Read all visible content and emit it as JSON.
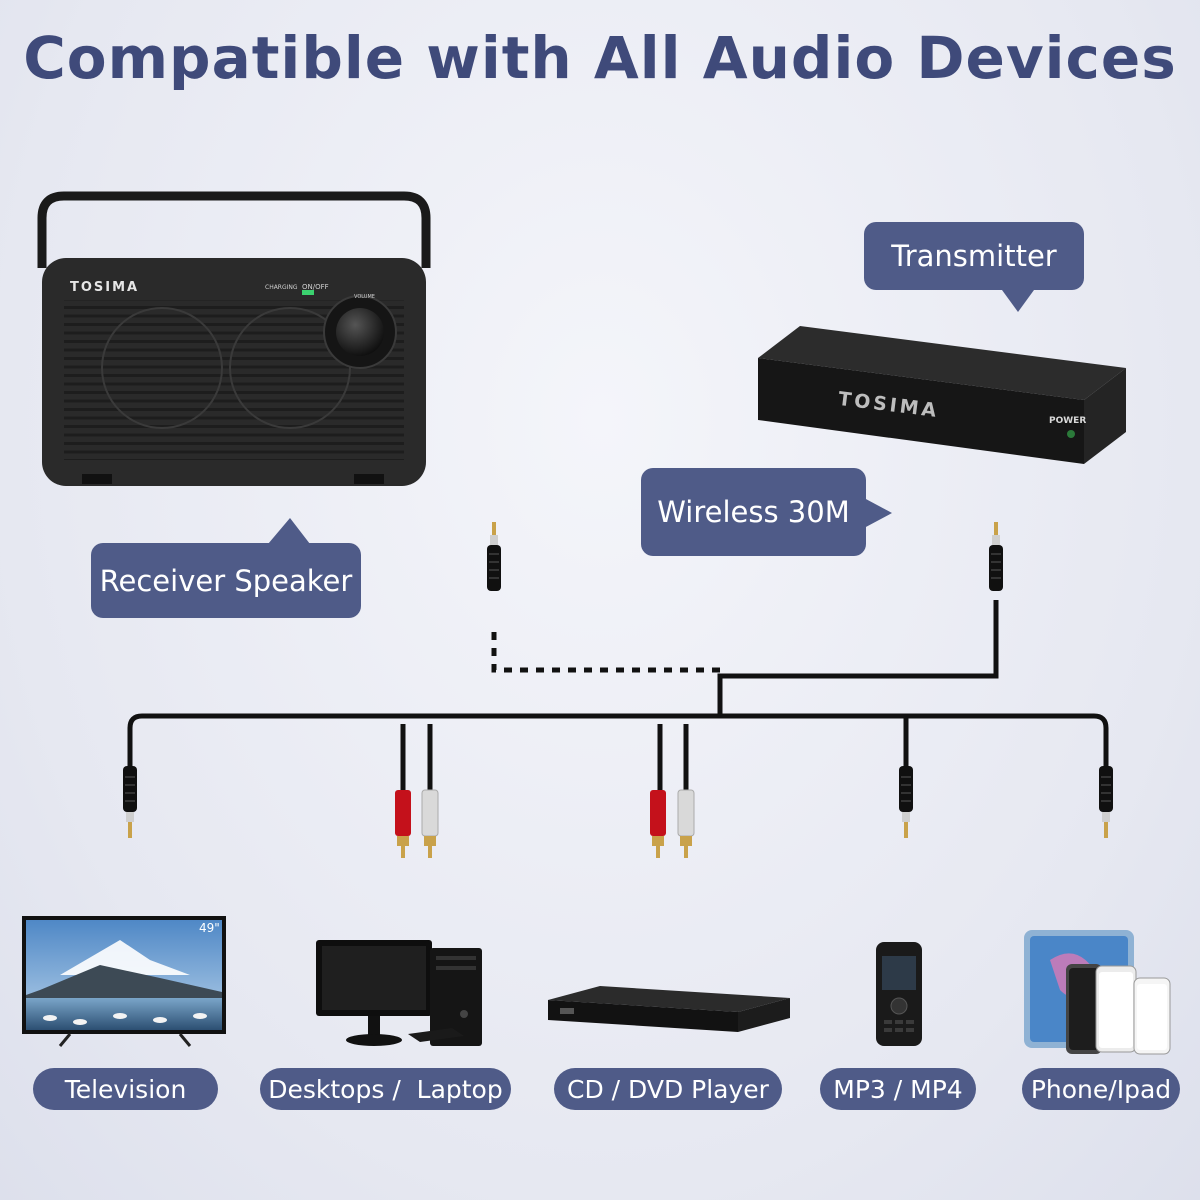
{
  "title": "Compatible with All Audio Devices",
  "callouts": {
    "transmitter": "Transmitter",
    "wireless": "Wireless 30M",
    "receiver": "Receiver Speaker"
  },
  "speaker": {
    "brand": "TOSIMA",
    "charging": "CHARGING",
    "on_off": "ON/OFF",
    "volume": "VOLUME"
  },
  "transmitter_device": {
    "brand": "TOSIMA",
    "power": "POWER"
  },
  "devices": [
    {
      "label": "Television"
    },
    {
      "label": "Desktops /  Laptop"
    },
    {
      "label": "CD / DVD Player"
    },
    {
      "label": "MP3 / MP4"
    },
    {
      "label": "Phone/Ipad"
    }
  ],
  "tv_size": "49\"",
  "colors": {
    "title": "#3f4a7a",
    "bubble": "#4f5b88",
    "cable": "#111111",
    "rca_red": "#c4111b",
    "rca_white": "#d9d9d9",
    "gold": "#c9a24a"
  }
}
